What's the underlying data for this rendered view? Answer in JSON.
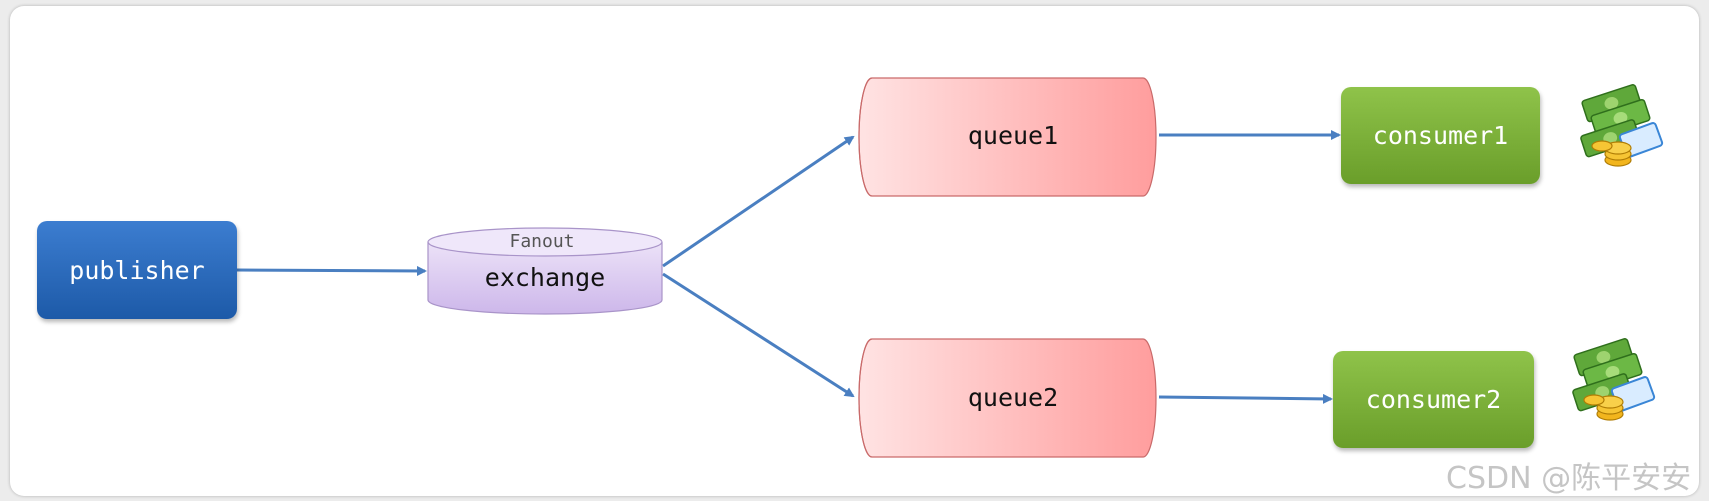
{
  "diagram": {
    "publisher_label": "publisher",
    "exchange": {
      "type_label": "Fanout",
      "label": "exchange"
    },
    "queues": [
      {
        "label": "queue1"
      },
      {
        "label": "queue2"
      }
    ],
    "consumers": [
      {
        "label": "consumer1"
      },
      {
        "label": "consumer2"
      }
    ],
    "icons": [
      "money-stack-icon",
      "money-stack-icon"
    ]
  },
  "watermark": "CSDN @陈平安安",
  "colors": {
    "publisher": "#2a68b8",
    "exchange": "#d9c8ef",
    "queue": "#ffb3b3",
    "consumer": "#7aad36",
    "arrow": "#4a7fc1"
  }
}
